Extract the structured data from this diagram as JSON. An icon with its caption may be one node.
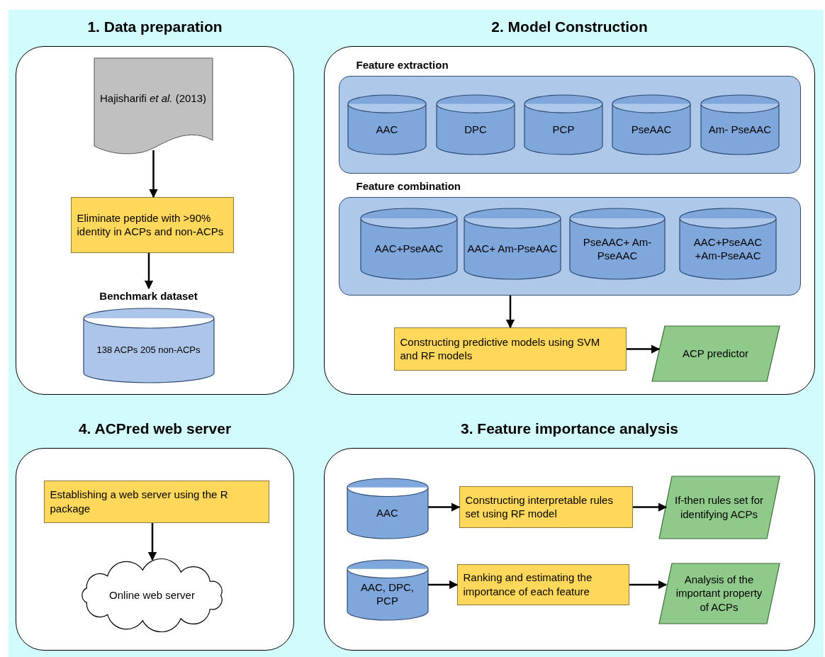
{
  "diagram": {
    "nodes": [
      {
        "text": [
          "1. Data preparation"
        ]
      },
      {
        "text": [
          "Hajisharifi *et al.* (2013)"
        ],
        "in": 0
      },
      {
        "text": [
          "Eliminate peptide with >90% identity in ACPs and non-ACPs"
        ],
        "in": 0
      },
      {
        "text": [
          "Benchmark dataset",
          "138 ACPs 205 non-ACPs"
        ],
        "in": 0
      },
      {
        "text": [
          "2. Model Construction"
        ]
      },
      {
        "text": [
          "Feature extraction"
        ],
        "in": 4
      },
      {
        "text": [
          "AAC"
        ],
        "in": 5
      },
      {
        "text": [
          "DPC"
        ],
        "in": 5
      },
      {
        "text": [
          "PCP"
        ],
        "in": 5
      },
      {
        "text": [
          "PseAAC"
        ],
        "in": 5
      },
      {
        "text": [
          "Am- PseAAC"
        ],
        "in": 5
      },
      {
        "text": [
          "Feature combination"
        ],
        "in": 4
      },
      {
        "text": [
          "AAC+PseAAC"
        ],
        "in": 11
      },
      {
        "text": [
          "AAC+ Am-PseAAC"
        ],
        "in": 11
      },
      {
        "text": [
          "PseAAC+ Am-PseAAC"
        ],
        "in": 11
      },
      {
        "text": [
          "AAC+PseAAC +Am-PseAAC"
        ],
        "in": 11
      },
      {
        "text": [
          "Constructing predictive models using SVM and RF models"
        ],
        "in": 4
      },
      {
        "text": [
          "ACP predictor"
        ],
        "in": 4
      },
      {
        "text": [
          "4. ACPred web server"
        ]
      },
      {
        "text": [
          "Establishing a web server using the R package"
        ],
        "in": 18
      },
      {
        "text": [
          "Online web server"
        ],
        "in": 18
      },
      {
        "text": [
          "3. Feature importance analysis"
        ]
      },
      {
        "text": [
          "AAC"
        ],
        "in": 21
      },
      {
        "text": [
          "Constructing interpretable rules set using RF model"
        ],
        "in": 21
      },
      {
        "text": [
          "If-then rules set for identifying ACPs"
        ],
        "in": 21
      },
      {
        "text": [
          "AAC, DPC, PCP"
        ],
        "in": 21
      },
      {
        "text": [
          "Ranking and estimating the importance of each feature"
        ],
        "in": 21
      },
      {
        "text": [
          "Analysis of the important property of ACPs"
        ],
        "in": 21
      }
    ],
    "edges": [
      {
        "from": 1,
        "to": 2,
        "arrow": "to"
      },
      {
        "from": 2,
        "to": 3,
        "arrow": "to"
      },
      {
        "from": 11,
        "to": 16,
        "arrow": "to"
      },
      {
        "from": 16,
        "to": 17,
        "arrow": "to"
      },
      {
        "from": 19,
        "to": 20,
        "arrow": "to"
      },
      {
        "from": 22,
        "to": 23,
        "arrow": "to"
      },
      {
        "from": 23,
        "to": 24,
        "arrow": "to"
      },
      {
        "from": 25,
        "to": 26,
        "arrow": "to"
      },
      {
        "from": 26,
        "to": 27,
        "arrow": "to"
      }
    ]
  }
}
